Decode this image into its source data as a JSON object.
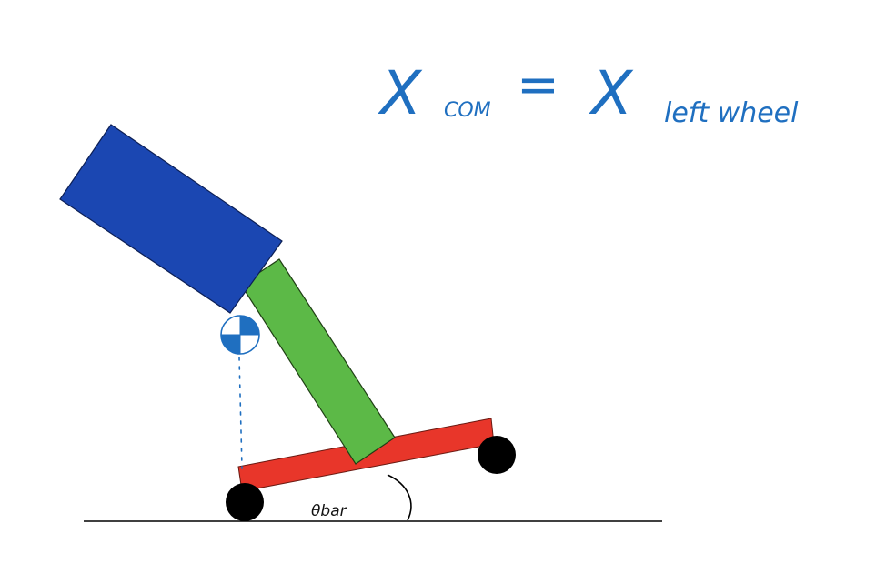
{
  "equation": {
    "x_symbol": "X",
    "lhs_subscript": "COM",
    "equals": "=",
    "rhs_symbol": "X",
    "rhs_subscript": "left wheel"
  },
  "angle_label": "θbar",
  "colors": {
    "upper_body": "#1b47b2",
    "link": "#5cb947",
    "base_bar": "#e8362a",
    "wheel": "#000000",
    "ground": "#000000",
    "annotation": "#1f6fc0"
  }
}
